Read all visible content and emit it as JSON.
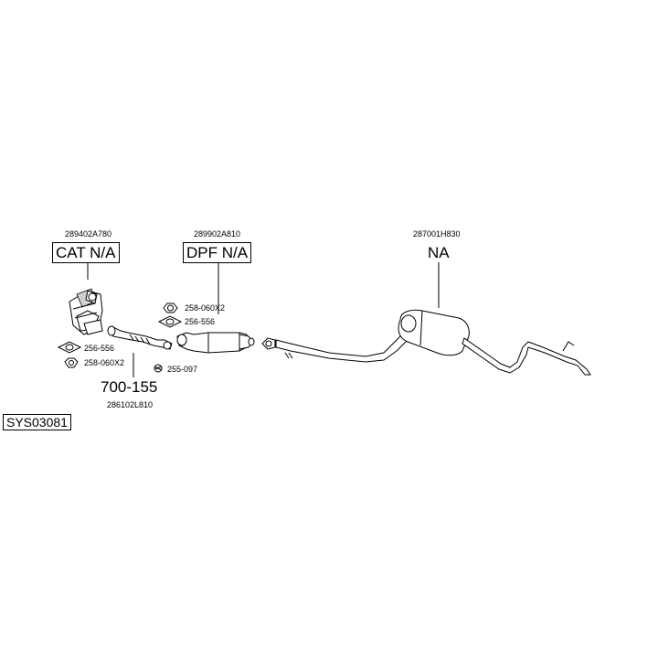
{
  "system_code": "SYS03081",
  "parts": {
    "catalyst": {
      "part_no": "289402A780",
      "label": "CAT N/A"
    },
    "dpf": {
      "part_no": "289902A810",
      "label": "DPF N/A"
    },
    "silencer": {
      "part_no": "287001H830",
      "label": "NA"
    },
    "front_pipe": {
      "part_no": "286102L810",
      "label": "700-155"
    }
  },
  "fittings": {
    "dpf_nut": "258-060X2",
    "dpf_gasket": "256-556",
    "cat_gasket": "256-556",
    "cat_nut": "258-060X2",
    "spring": "255-097"
  }
}
